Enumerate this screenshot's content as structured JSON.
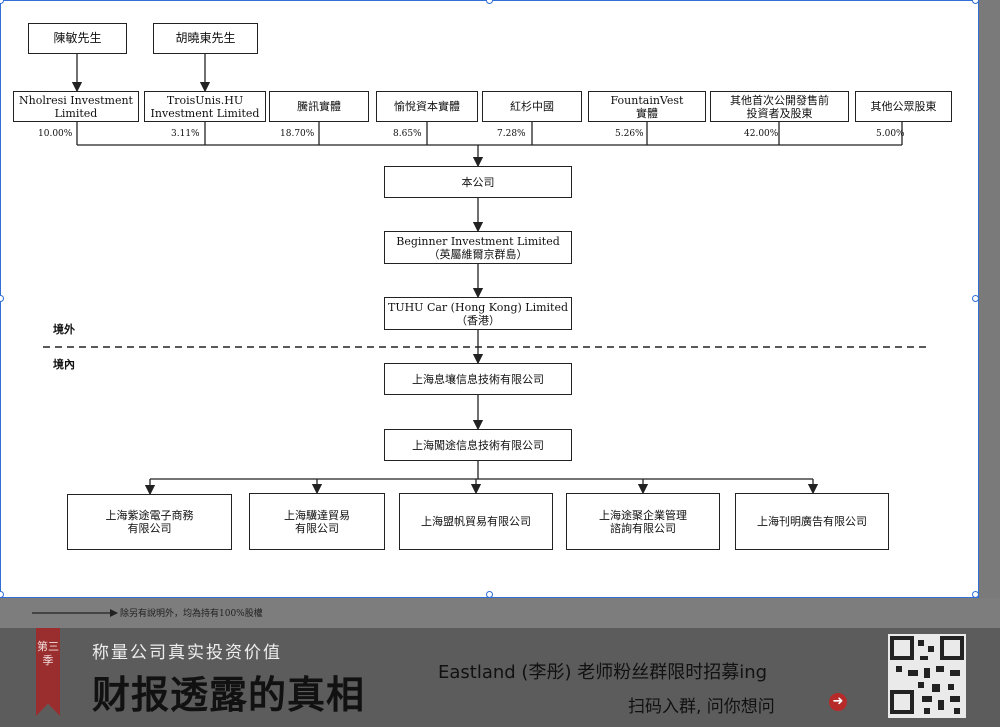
{
  "diagram": {
    "people": [
      {
        "label": "陳敏先生"
      },
      {
        "label": "胡曉東先生"
      }
    ],
    "shareholders": [
      {
        "label": "Nholresi Investment\nLimited",
        "pct": "10.00%"
      },
      {
        "label": "TroisUnis.HU\nInvestment Limited",
        "pct": "3.11%"
      },
      {
        "label": "騰訊實體",
        "pct": "18.70%"
      },
      {
        "label": "愉悅資本實體",
        "pct": "8.65%"
      },
      {
        "label": "紅杉中國",
        "pct": "7.28%"
      },
      {
        "label": "FountainVest\n實體",
        "pct": "5.26%"
      },
      {
        "label": "其他首次公開發售前\n投資者及股東",
        "pct": "42.00%"
      },
      {
        "label": "其他公眾股東",
        "pct": "5.00%"
      }
    ],
    "company": "本公司",
    "beginner": "Beginner Investment Limited\n（英屬維爾京群島）",
    "tuhu_hk": "TUHU Car (Hong Kong) Limited\n（香港）",
    "offshore_label": "境外",
    "onshore_label": "境內",
    "sh_xiqiang": "上海息壤信息技術有限公司",
    "sh_chuangtu": "上海闖途信息技術有限公司",
    "subsidiaries": [
      {
        "label": "上海紫途電子商務\n有限公司"
      },
      {
        "label": "上海驥達貿易\n有限公司"
      },
      {
        "label": "上海盟帆貿易有限公司"
      },
      {
        "label": "上海途聚企業管理\n諮詢有限公司"
      },
      {
        "label": "上海刊明廣告有限公司"
      }
    ],
    "legend_note": "除另有說明外，均為持有100%股權"
  },
  "banner": {
    "season_tag": "第三季",
    "slogan_small": "称量公司真实投资价值",
    "slogan_big": "财报透露的真相",
    "promo_line1": "Eastland (李彤) 老师粉丝群限时招募ing",
    "promo_line2": "扫码入群, 问你想问",
    "qr_icon": "qr-code-icon"
  }
}
